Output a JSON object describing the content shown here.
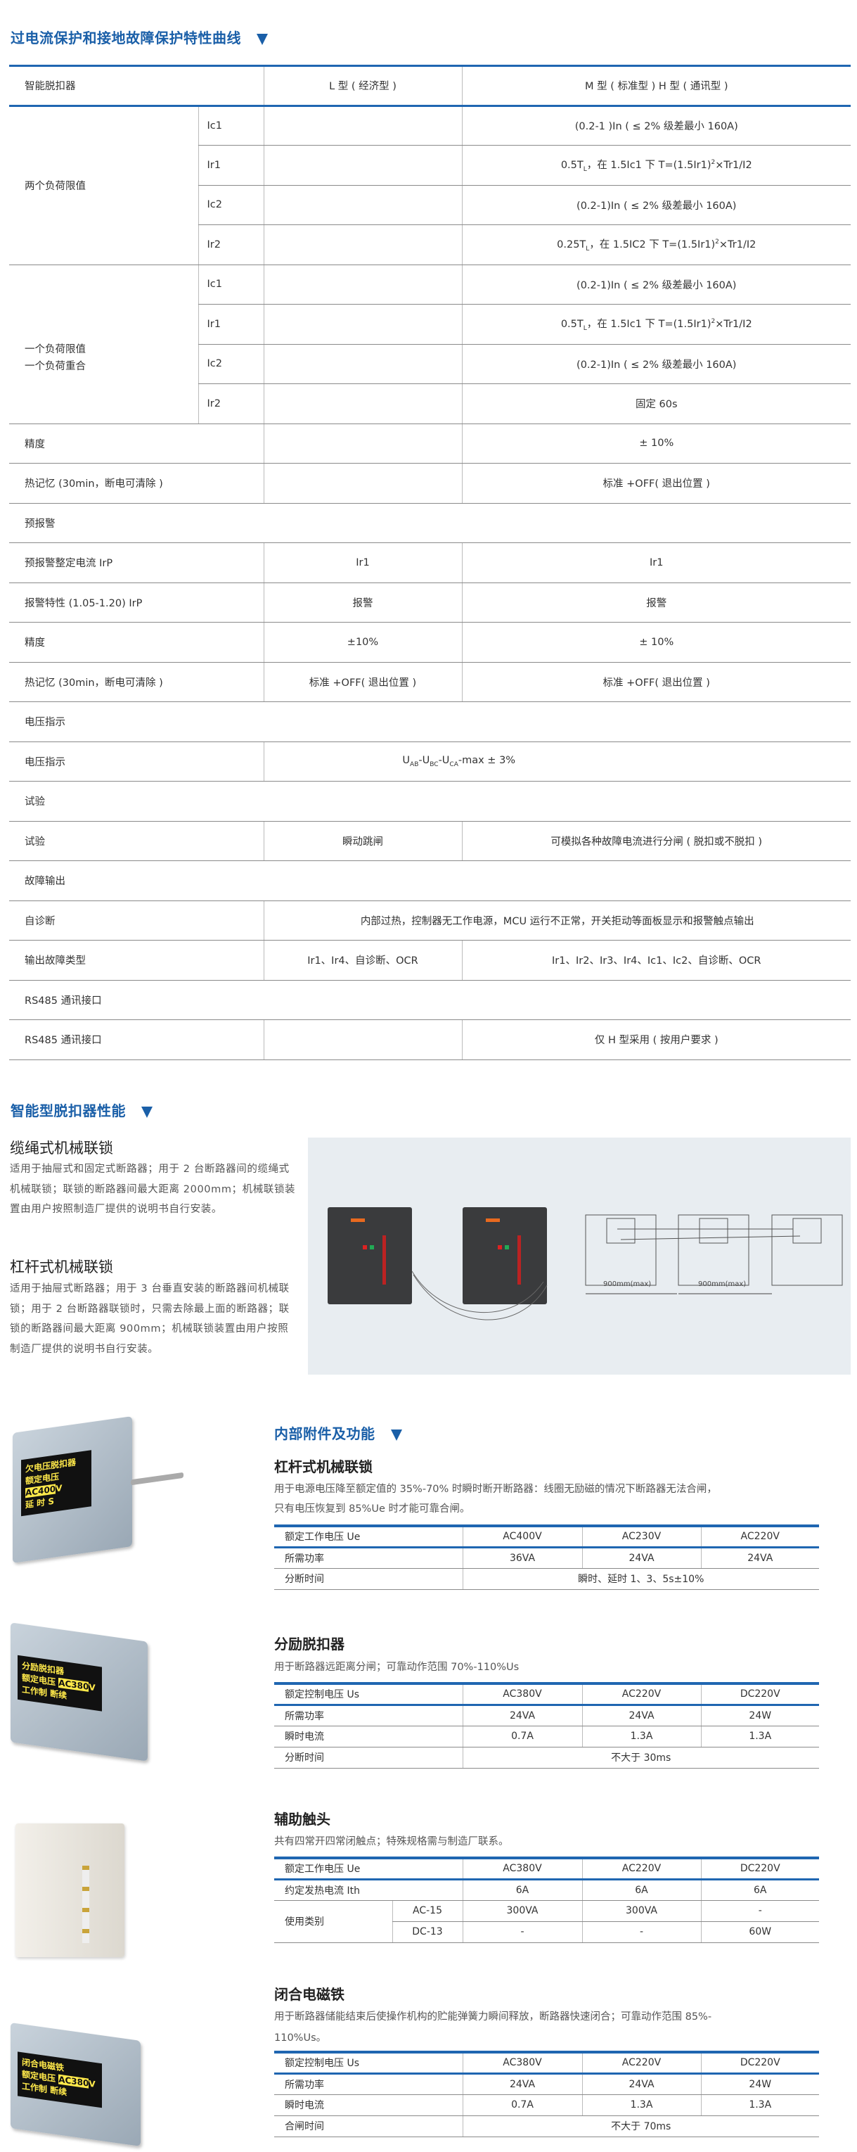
{
  "section1": {
    "title": "过电流保护和接地故障保护特性曲线"
  },
  "main_table": {
    "header": [
      "智能脱扣器",
      "L 型 ( 经济型 )",
      "M 型 ( 标准型 ) H 型 ( 通讯型 )"
    ],
    "group1": {
      "label": "两个负荷限值",
      "rows": [
        {
          "sub": "Ic1",
          "m": "(0.2-1 )In ( ≤ 2% 级差最小 160A)"
        },
        {
          "sub": "Ir1",
          "m_pre": "0.5T",
          "m_sub": "L",
          "m_mid": "，在 1.5Ic1 下 T=(1.5Ir1)",
          "m_sup": "2",
          "m_post": "×Tr1/I2"
        },
        {
          "sub": "Ic2",
          "m": "(0.2-1)In ( ≤ 2% 级差最小 160A)"
        },
        {
          "sub": "Ir2",
          "m_pre": "0.25T",
          "m_sub": "L",
          "m_mid": "，在 1.5IC2 下 T=(1.5Ir1)",
          "m_sup": "2",
          "m_post": "×Tr1/I2"
        }
      ]
    },
    "group2": {
      "label1": "一个负荷限值",
      "label2": "一个负荷重合",
      "rows": [
        {
          "sub": "Ic1",
          "m": "(0.2-1)In ( ≤ 2% 级差最小 160A)"
        },
        {
          "sub": "Ir1",
          "m_pre": "0.5T",
          "m_sub": "L",
          "m_mid": "，在 1.5Ic1 下 T=(1.5Ir1)",
          "m_sup": "2",
          "m_post": "×Tr1/I2"
        },
        {
          "sub": "Ic2",
          "m": "(0.2-1)In ( ≤ 2% 级差最小 160A)"
        },
        {
          "sub": "Ir2",
          "m": "固定 60s"
        }
      ]
    },
    "accuracy1": {
      "label": "精度",
      "m": "± 10%"
    },
    "thermal1": {
      "label": "热记忆 (30min，断电可清除 )",
      "m": "标准 +OFF( 退出位置 )"
    },
    "prealarm": {
      "section": "预报警",
      "irp": {
        "label": "预报警整定电流  IrP",
        "l": "Ir1",
        "m": "Ir1"
      },
      "char": {
        "label": "报警特性 (1.05-1.20)  IrP",
        "l": "报警",
        "m": "报警"
      },
      "acc": {
        "label": "精度",
        "l": "±10%",
        "m": "± 10%"
      },
      "thermal": {
        "label": "热记忆 (30min，断电可清除 )",
        "l": "标准 +OFF( 退出位置 )",
        "m": "标准 +OFF( 退出位置 )"
      }
    },
    "voltage": {
      "section": "电压指示",
      "label": "电压指示",
      "u1": "U",
      "s1": "AB",
      "u2": "-U",
      "s2": "BC",
      "u3": "-U",
      "s3": "CA",
      "tail": "-max ± 3%"
    },
    "test": {
      "section": "试验",
      "label": "试验",
      "l": "瞬动跳闸",
      "m": "可模拟各种故障电流进行分闸 ( 脱扣或不脱扣 )"
    },
    "fault": {
      "section": "故障输出",
      "diag": {
        "label": "自诊断",
        "v": "内部过热，控制器无工作电源，MCU 运行不正常，开关拒动等面板显示和报警触点输出"
      },
      "types": {
        "label": "输出故障类型",
        "l": "Ir1、Ir4、自诊断、OCR",
        "m": "Ir1、Ir2、Ir3、Ir4、Ic1、Ic2、自诊断、OCR"
      }
    },
    "rs485": {
      "section": "RS485 通讯接口",
      "label": "RS485 通讯接口",
      "m": "仅 H 型采用 ( 按用户要求 )"
    }
  },
  "section2": {
    "title": "智能型脱扣器性能",
    "cable": {
      "title": "缆绳式机械联锁",
      "text": "适用于抽屉式和固定式断路器；用于 2 台断路器间的缆绳式机械联锁；联锁的断路器间最大距离 2000mm；机械联锁装置由用户按照制造厂提供的说明书自行安装。"
    },
    "lever": {
      "title": "杠杆式机械联锁",
      "text": "适用于抽屉式断路器；用于 3 台垂直安装的断路器间机械联锁；用于 2 台断路器联锁时，只需去除最上面的断路器；联锁的断路器间最大距离 900mm；机械联锁装置由用户按照制造厂提供的说明书自行安装。"
    },
    "dim1": "900mm(max)",
    "dim2": "900mm(max)"
  },
  "section3": {
    "title": "内部附件及功能",
    "undervoltage": {
      "title": "杠杆式机械联锁",
      "desc1": "用于电源电压降至额定值的 35%-70% 时瞬时断开断路器：线圈无励磁的情况下断路器无法合闸，",
      "desc2": "只有电压恢复到 85%Ue 时才能可靠合闸。",
      "device_label": [
        "欠电压脱扣器",
        "额定电压",
        "AC400",
        "V",
        "延    时",
        "S"
      ],
      "header": [
        "额定工作电压 Ue",
        "AC400V",
        "AC230V",
        "AC220V"
      ],
      "rows": [
        [
          "所需功率",
          "36VA",
          "24VA",
          "24VA"
        ]
      ],
      "last": [
        "分断时间",
        "瞬时、延时 1、3、5s±10%"
      ]
    },
    "shunt": {
      "title": "分励脱扣器",
      "desc": "用于断路器远距离分闸；可靠动作范围 70%-110%Us",
      "device_label": [
        "分励脱扣器",
        "额定电压",
        "AC380",
        "V",
        "工作制  断续"
      ],
      "header": [
        "额定控制电压 Us",
        "AC380V",
        "AC220V",
        "DC220V"
      ],
      "rows": [
        [
          "所需功率",
          "24VA",
          "24VA",
          "24W"
        ],
        [
          "瞬时电流",
          "0.7A",
          "1.3A",
          "1.3A"
        ]
      ],
      "last": [
        "分断时间",
        "不大于 30ms"
      ]
    },
    "aux": {
      "title": "辅助触头",
      "desc": "共有四常开四常闭触点；特殊规格需与制造厂联系。",
      "header": [
        "额定工作电压 Ue",
        "AC380V",
        "AC220V",
        "DC220V"
      ],
      "ith": [
        "约定发热电流 Ith",
        "6A",
        "6A",
        "6A"
      ],
      "usage": "使用类别",
      "ac15": [
        "AC-15",
        "300VA",
        "300VA",
        "-"
      ],
      "dc13": [
        "DC-13",
        "-",
        "-",
        "60W"
      ]
    },
    "closing": {
      "title": "闭合电磁铁",
      "desc1": "用于断路器储能结束后使操作机构的贮能弹簧力瞬间释放，断路器快速闭合；可靠动作范围 85%-",
      "desc2": "110%Us。",
      "device_label": [
        "闭合电磁铁",
        "额定电压",
        "AC380",
        "V",
        "工作制  断续"
      ],
      "header": [
        "额定控制电压 Us",
        "AC380V",
        "AC220V",
        "DC220V"
      ],
      "rows": [
        [
          "所需功率",
          "24VA",
          "24VA",
          "24W"
        ],
        [
          "瞬时电流",
          "0.7A",
          "1.3A",
          "1.3A"
        ]
      ],
      "last": [
        "合闸时间",
        "不大于 70ms"
      ]
    }
  },
  "colors": {
    "accent": "#1a5fa8",
    "rule": "#1f66b1",
    "image_bg": "#e8edf1"
  }
}
